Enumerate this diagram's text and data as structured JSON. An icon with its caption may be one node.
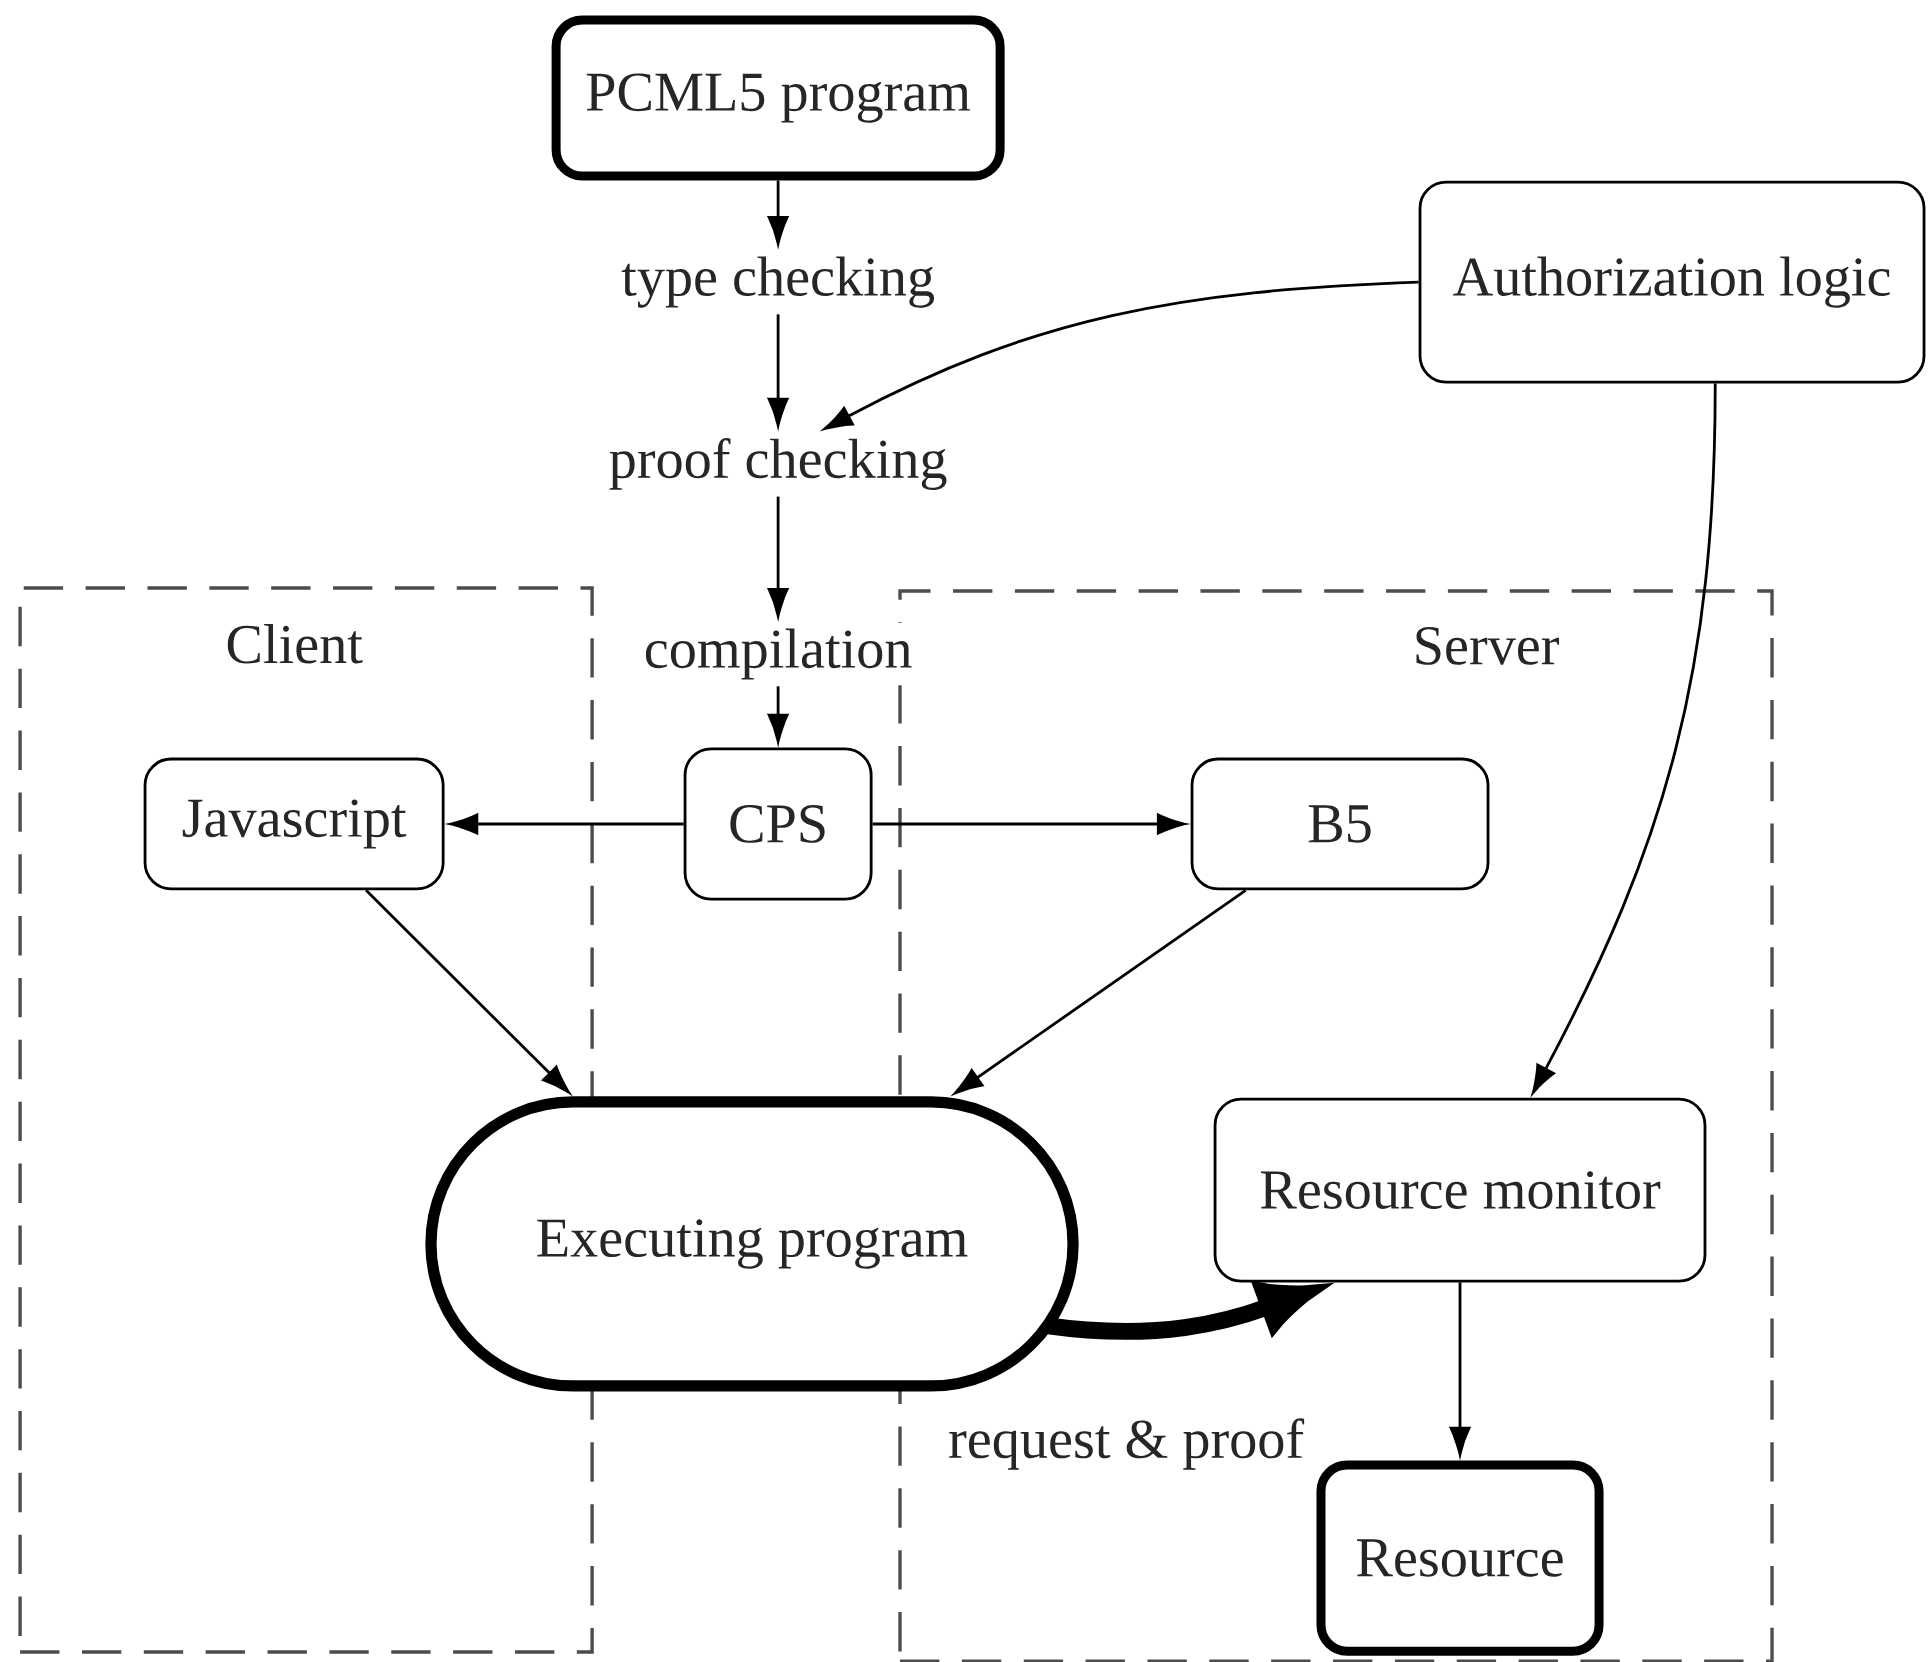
{
  "diagram": {
    "nodes": [
      {
        "text": [
          "PCML5 program"
        ]
      },
      {
        "text": [
          "type checking"
        ]
      },
      {
        "text": [
          "Authorization logic"
        ]
      },
      {
        "text": [
          "proof checking"
        ]
      },
      {
        "text": [
          "Client"
        ]
      },
      {
        "text": [
          "compilation"
        ]
      },
      {
        "text": [
          "Server"
        ]
      },
      {
        "text": [
          "Javascript"
        ],
        "in": 4
      },
      {
        "text": [
          "CPS"
        ]
      },
      {
        "text": [
          "B5"
        ],
        "in": 6
      },
      {
        "text": [
          "Executing program"
        ]
      },
      {
        "text": [
          "Resource monitor"
        ],
        "in": 6
      },
      {
        "text": [
          "Resource"
        ],
        "in": 6
      }
    ],
    "edges": [
      {
        "from": 0,
        "to": 1,
        "arrow": "to"
      },
      {
        "from": 1,
        "to": 3,
        "arrow": "to"
      },
      {
        "from": 2,
        "to": 3,
        "arrow": "to"
      },
      {
        "from": 3,
        "to": 5,
        "arrow": "to"
      },
      {
        "from": 5,
        "to": 8,
        "arrow": "to"
      },
      {
        "from": 8,
        "to": 7,
        "arrow": "to"
      },
      {
        "from": 8,
        "to": 9,
        "arrow": "to"
      },
      {
        "from": 7,
        "to": 10,
        "arrow": "to"
      },
      {
        "from": 9,
        "to": 10,
        "arrow": "to"
      },
      {
        "from": 2,
        "to": 11,
        "arrow": "to"
      },
      {
        "from": 10,
        "to": 11,
        "arrow": "to",
        "style": "thick",
        "label": "request & proof"
      },
      {
        "from": 11,
        "to": 12,
        "arrow": "to"
      }
    ]
  }
}
